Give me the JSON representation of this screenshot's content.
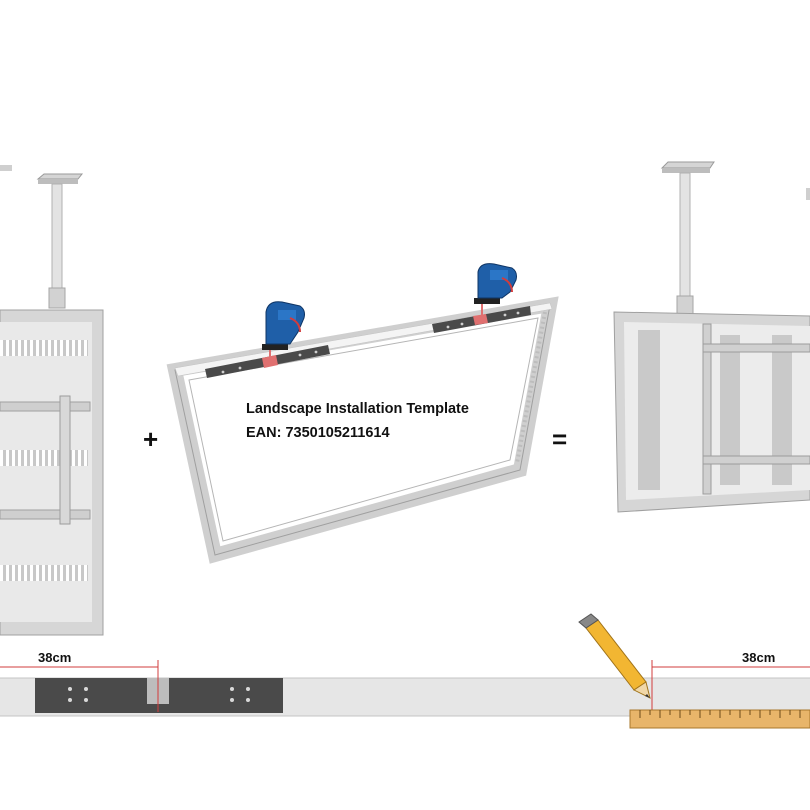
{
  "template": {
    "title": "Landscape Installation Template",
    "ean": "EAN: 7350105211614"
  },
  "operators": {
    "plus": "+",
    "equals": "="
  },
  "measurements": {
    "left": "38cm",
    "right": "38cm"
  },
  "colors": {
    "frame": "#d9d9d9",
    "frame_edge": "#a8a8a8",
    "panel": "#e6e6e6",
    "template_bar": "#4a4a4a",
    "marker": "#e07070",
    "jigsaw_blue": "#1f5fa8",
    "pencil": "#f2b632",
    "ruler": "#e8b56a",
    "dimension_line": "#d23c3c"
  },
  "icons": [
    "jigsaw-icon",
    "pencil-icon",
    "ruler-icon",
    "ceiling-mount-icon"
  ]
}
